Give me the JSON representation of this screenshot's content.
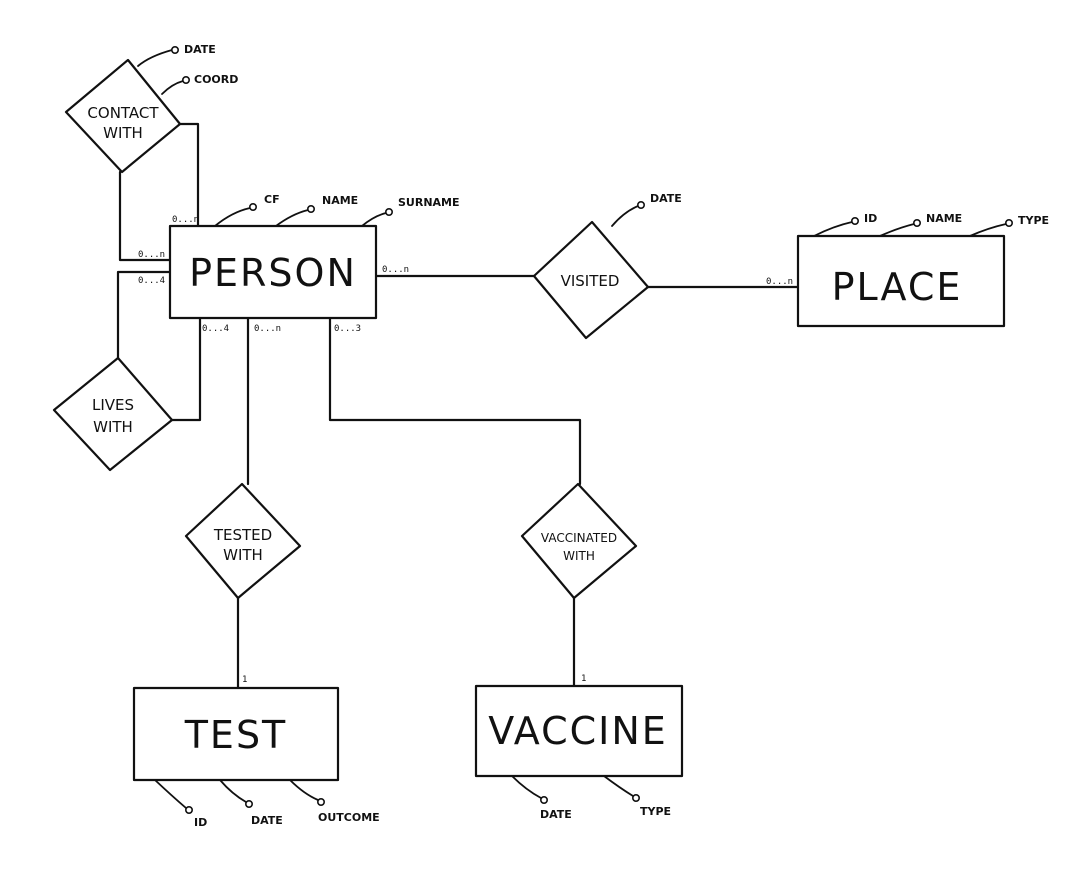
{
  "entities": {
    "person": {
      "name": "PERSON",
      "attributes": [
        "CF",
        "NAME",
        "SURNAME"
      ]
    },
    "place": {
      "name": "PLACE",
      "attributes": [
        "ID",
        "NAME",
        "TYPE"
      ]
    },
    "test": {
      "name": "TEST",
      "attributes": [
        "ID",
        "DATE",
        "OUTCOME"
      ]
    },
    "vaccine": {
      "name": "VACCINE",
      "attributes": [
        "DATE",
        "TYPE"
      ]
    }
  },
  "relationships": {
    "contact_with": {
      "line1": "CONTACT",
      "line2": "WITH",
      "attributes": [
        "DATE",
        "COORD"
      ]
    },
    "visited": {
      "name": "VISITED",
      "attributes": [
        "DATE"
      ]
    },
    "lives_with": {
      "line1": "LIVES",
      "line2": "WITH"
    },
    "tested_with": {
      "line1": "TESTED",
      "line2": "WITH"
    },
    "vaccinated_with": {
      "line1": "VACCINATED",
      "line2": "WITH"
    }
  },
  "cardinalities": {
    "contact_top": "0...n",
    "contact_left": "0...n",
    "lives_left": "0...4",
    "lives_bottom": "0...4",
    "tested_person": "0...n",
    "vaccinated_person": "0...3",
    "visited_person": "0...n",
    "visited_place": "0...n",
    "tested_test": "1",
    "vaccinated_vaccine": "1"
  }
}
